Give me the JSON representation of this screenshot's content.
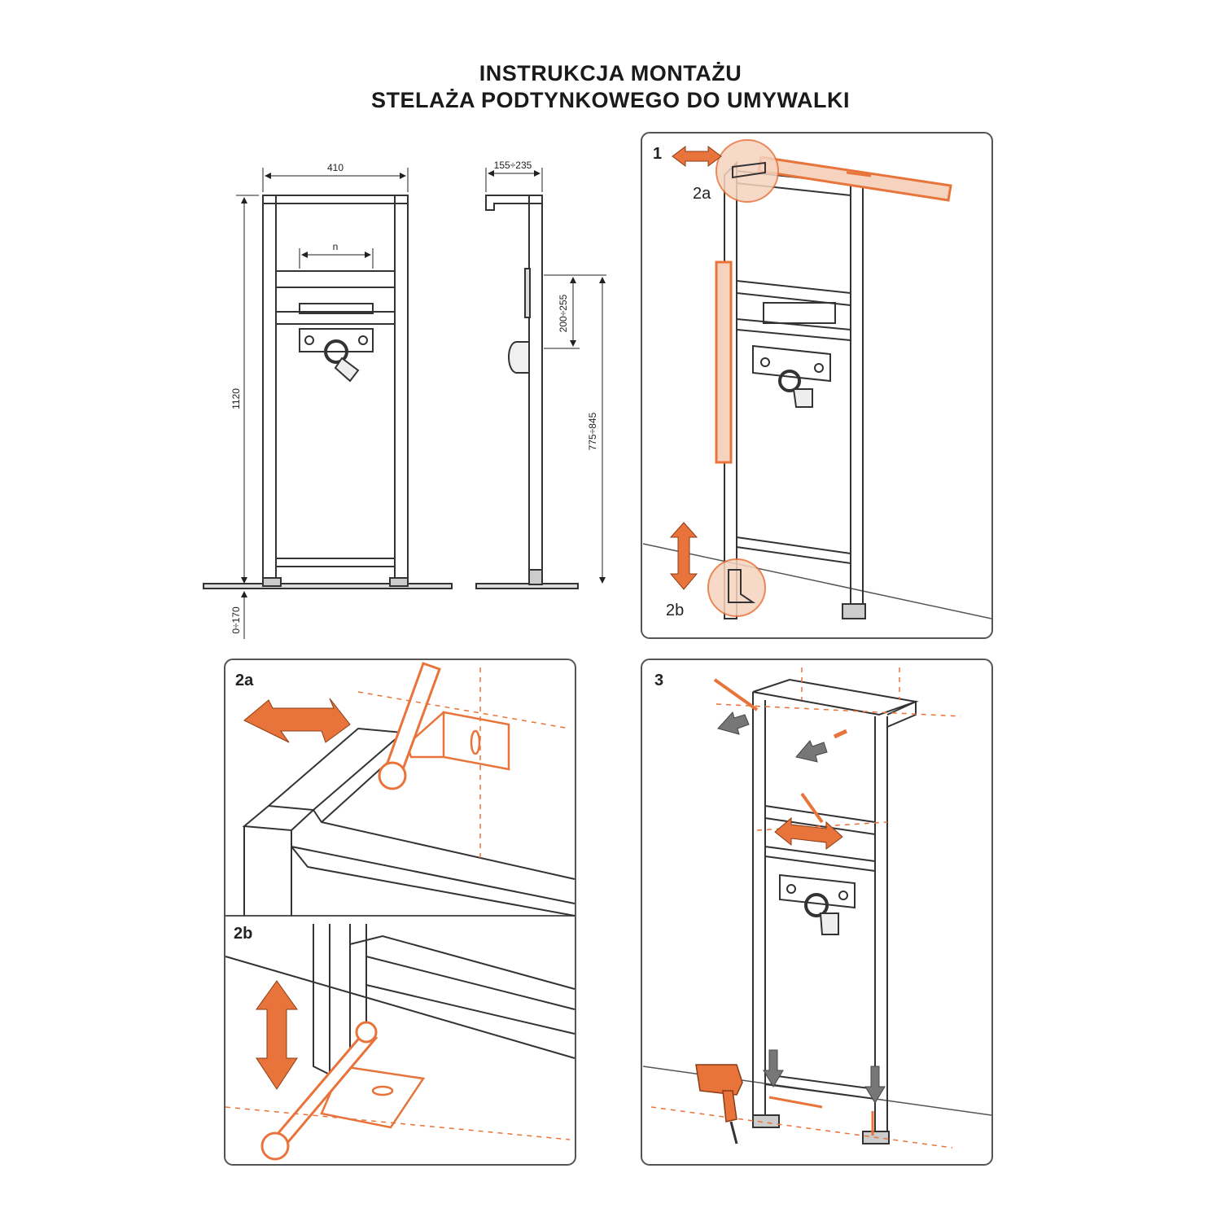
{
  "header": {
    "title_line1": "INSTRUKCJA  MONTAŻU",
    "title_line2": "STELAŻA PODTYNKOWEGO DO  UMYWALKI"
  },
  "front_view": {
    "width_label": "410",
    "spacing_label": "n",
    "height_label": "1120",
    "floor_adjust_label": "0÷170"
  },
  "side_view": {
    "depth_label": "155÷235",
    "bracket_label": "200÷255",
    "mount_height_label": "775÷845"
  },
  "panel1": {
    "step": "1",
    "callout_top": "2a",
    "callout_bottom": "2b"
  },
  "panel2": {
    "step_a": "2a",
    "step_b": "2b"
  },
  "panel3": {
    "step": "3"
  },
  "colors": {
    "accent": "#e8743b",
    "frame": "#333333",
    "panel_border": "#555555",
    "highlight": "#f6d3bf"
  }
}
